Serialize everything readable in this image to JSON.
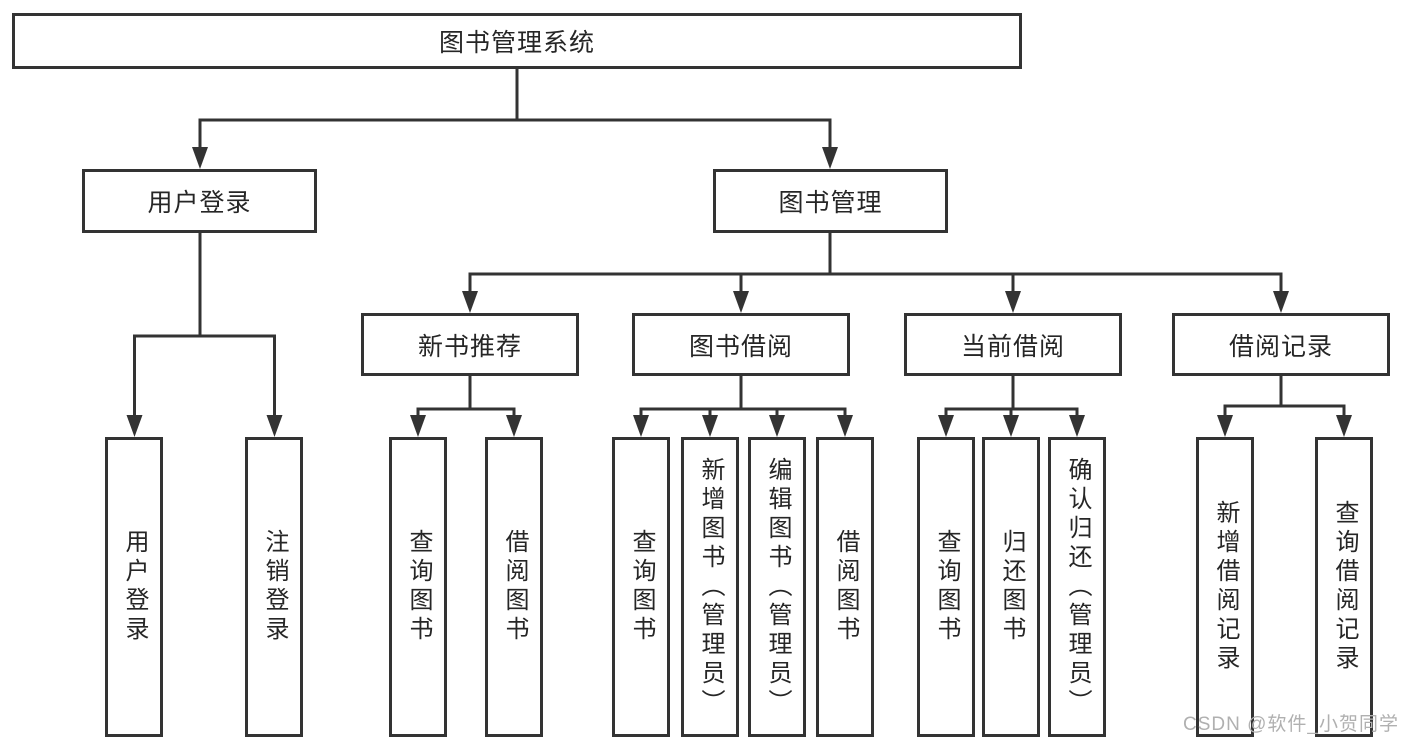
{
  "diagram": {
    "root": {
      "label": "图书管理系统"
    },
    "branches": [
      {
        "label": "用户登录",
        "children": [
          {
            "label": "用户登录"
          },
          {
            "label": "注销登录"
          }
        ]
      },
      {
        "label": "图书管理",
        "groups": [
          {
            "label": "新书推荐",
            "children": [
              {
                "label": "查询图书"
              },
              {
                "label": "借阅图书"
              }
            ]
          },
          {
            "label": "图书借阅",
            "children": [
              {
                "label": "查询图书"
              },
              {
                "label": "新增图书（管理员）"
              },
              {
                "label": "编辑图书（管理员）"
              },
              {
                "label": "借阅图书"
              }
            ]
          },
          {
            "label": "当前借阅",
            "children": [
              {
                "label": "查询图书"
              },
              {
                "label": "归还图书"
              },
              {
                "label": "确认归还（管理员）"
              }
            ]
          },
          {
            "label": "借阅记录",
            "children": [
              {
                "label": "新增借阅记录"
              },
              {
                "label": "查询借阅记录"
              }
            ]
          }
        ]
      }
    ]
  },
  "colors": {
    "line": "#333333",
    "text": "#262626",
    "watermark": "#b0b0b0",
    "background": "#ffffff"
  },
  "watermark": {
    "text": "CSDN @软件_小贺同学"
  }
}
